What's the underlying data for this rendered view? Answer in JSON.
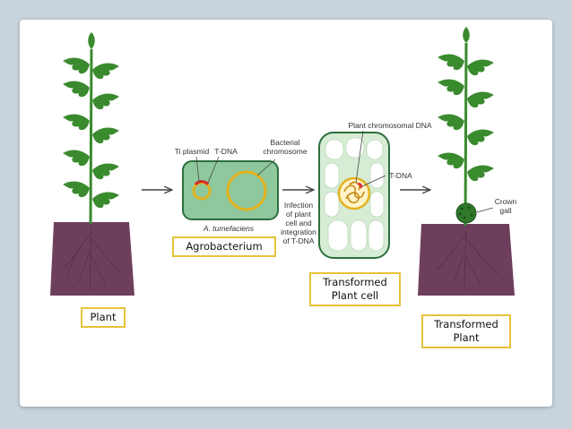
{
  "labels": {
    "plant": "Plant",
    "agrobacterium": "Agrobacterium",
    "transformed_plant_cell_line1": "Transformed",
    "transformed_plant_cell_line2": "Plant cell",
    "transformed_plant_line1": "Transformed",
    "transformed_plant_line2": "Plant"
  },
  "annotations": {
    "ti_plasmid": "Ti plasmid",
    "t_dna": "T-DNA",
    "bacterial_line1": "Bacterial",
    "bacterial_line2": "chromosome",
    "species": "A. tumefaciens",
    "infection": [
      "Infection",
      "of plant",
      "cell and",
      "integration",
      "of T-DNA"
    ],
    "plant_chromosomal_dna": "Plant chromosomal DNA",
    "t_dna_cell": "T-DNA",
    "crown_line1": "Crown",
    "crown_line2": "gall"
  },
  "colors": {
    "plant_green": "#3a8a2e",
    "soil": "#6e3f5c",
    "bacterium_fill": "#8ec89c",
    "bacterium_border": "#2c6e3d",
    "ring_yellow": "#e2b21f",
    "label_border": "#e8c23a"
  }
}
